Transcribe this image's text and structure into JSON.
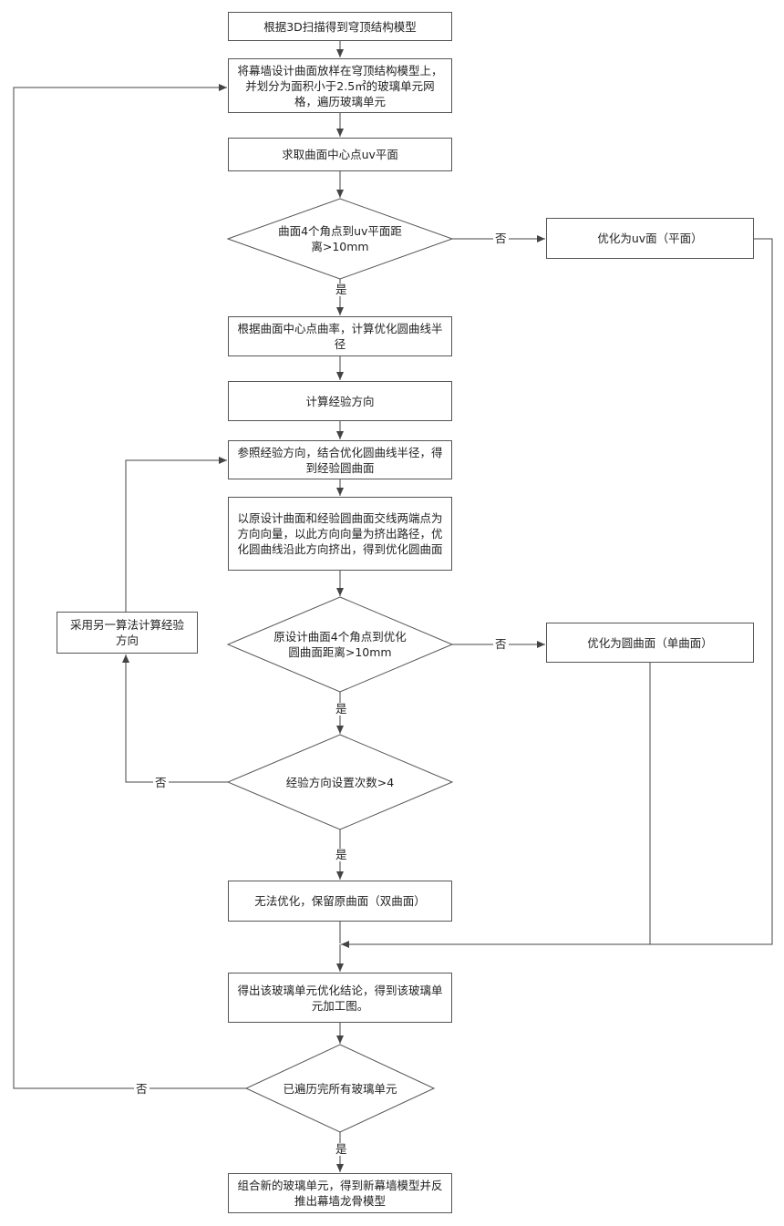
{
  "nodes": {
    "n1": "根据3D扫描得到穹顶结构模型",
    "n2": "将幕墙设计曲面放样在穹顶结构模型上，并划分为面积小于2.5㎡的玻璃单元网格，遍历玻璃单元",
    "n3": "求取曲面中心点uv平面",
    "d1": "曲面4个角点到uv平面距离>10mm",
    "r1": "优化为uv面（平面）",
    "n4": "根据曲面中心点曲率，计算优化圆曲线半径",
    "n5": "计算经验方向",
    "n6": "参照经验方向，结合优化圆曲线半径，得到经验圆曲面",
    "n7": "以原设计曲面和经验圆曲面交线两端点为方向向量，以此方向向量为挤出路径，优化圆曲线沿此方向挤出，得到优化圆曲面",
    "d2": "原设计曲面4个角点到优化圆曲面距离>10mm",
    "r2": "优化为圆曲面（单曲面）",
    "l1": "采用另一算法计算经验方向",
    "d3": "经验方向设置次数>4",
    "n8": "无法优化，保留原曲面（双曲面）",
    "n9": "得出该玻璃单元优化结论，得到该玻璃单元加工图。",
    "d4": "已遍历完所有玻璃单元",
    "n10": "组合新的玻璃单元，得到新幕墙模型并反推出幕墙龙骨模型"
  },
  "labels": {
    "yes1": "是",
    "no1": "否",
    "yes2": "是",
    "no2": "否",
    "yes3": "是",
    "no3": "否",
    "yes4": "是",
    "no4": "否"
  },
  "colors": {
    "line": "#444444",
    "border": "#555555",
    "background": "#ffffff"
  }
}
